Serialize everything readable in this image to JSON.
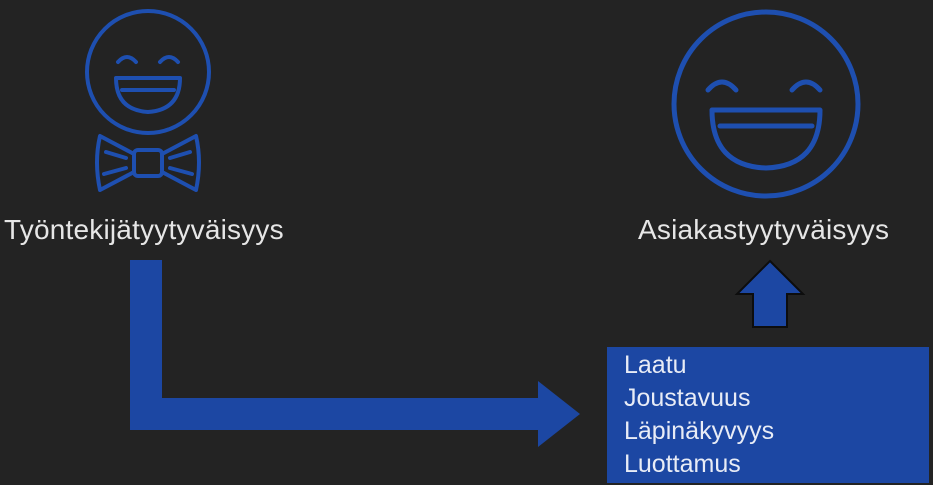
{
  "employee": {
    "label": "Työntekijätyytyväisyys",
    "icon": "laughing-face-with-bowtie-icon"
  },
  "customer": {
    "label": "Asiakastyytyväisyys",
    "icon": "laughing-face-icon"
  },
  "attributes": {
    "items": [
      "Laatu",
      "Joustavuus",
      "Läpinäkyvyys",
      "Luottamus"
    ]
  },
  "connectors": {
    "flow": "right-angle-arrow-icon",
    "up": "up-arrow-icon"
  },
  "colors": {
    "background": "#232323",
    "accent": "#1c47a3",
    "icon_stroke": "#1e4fb0",
    "text": "#e6e6e6"
  }
}
